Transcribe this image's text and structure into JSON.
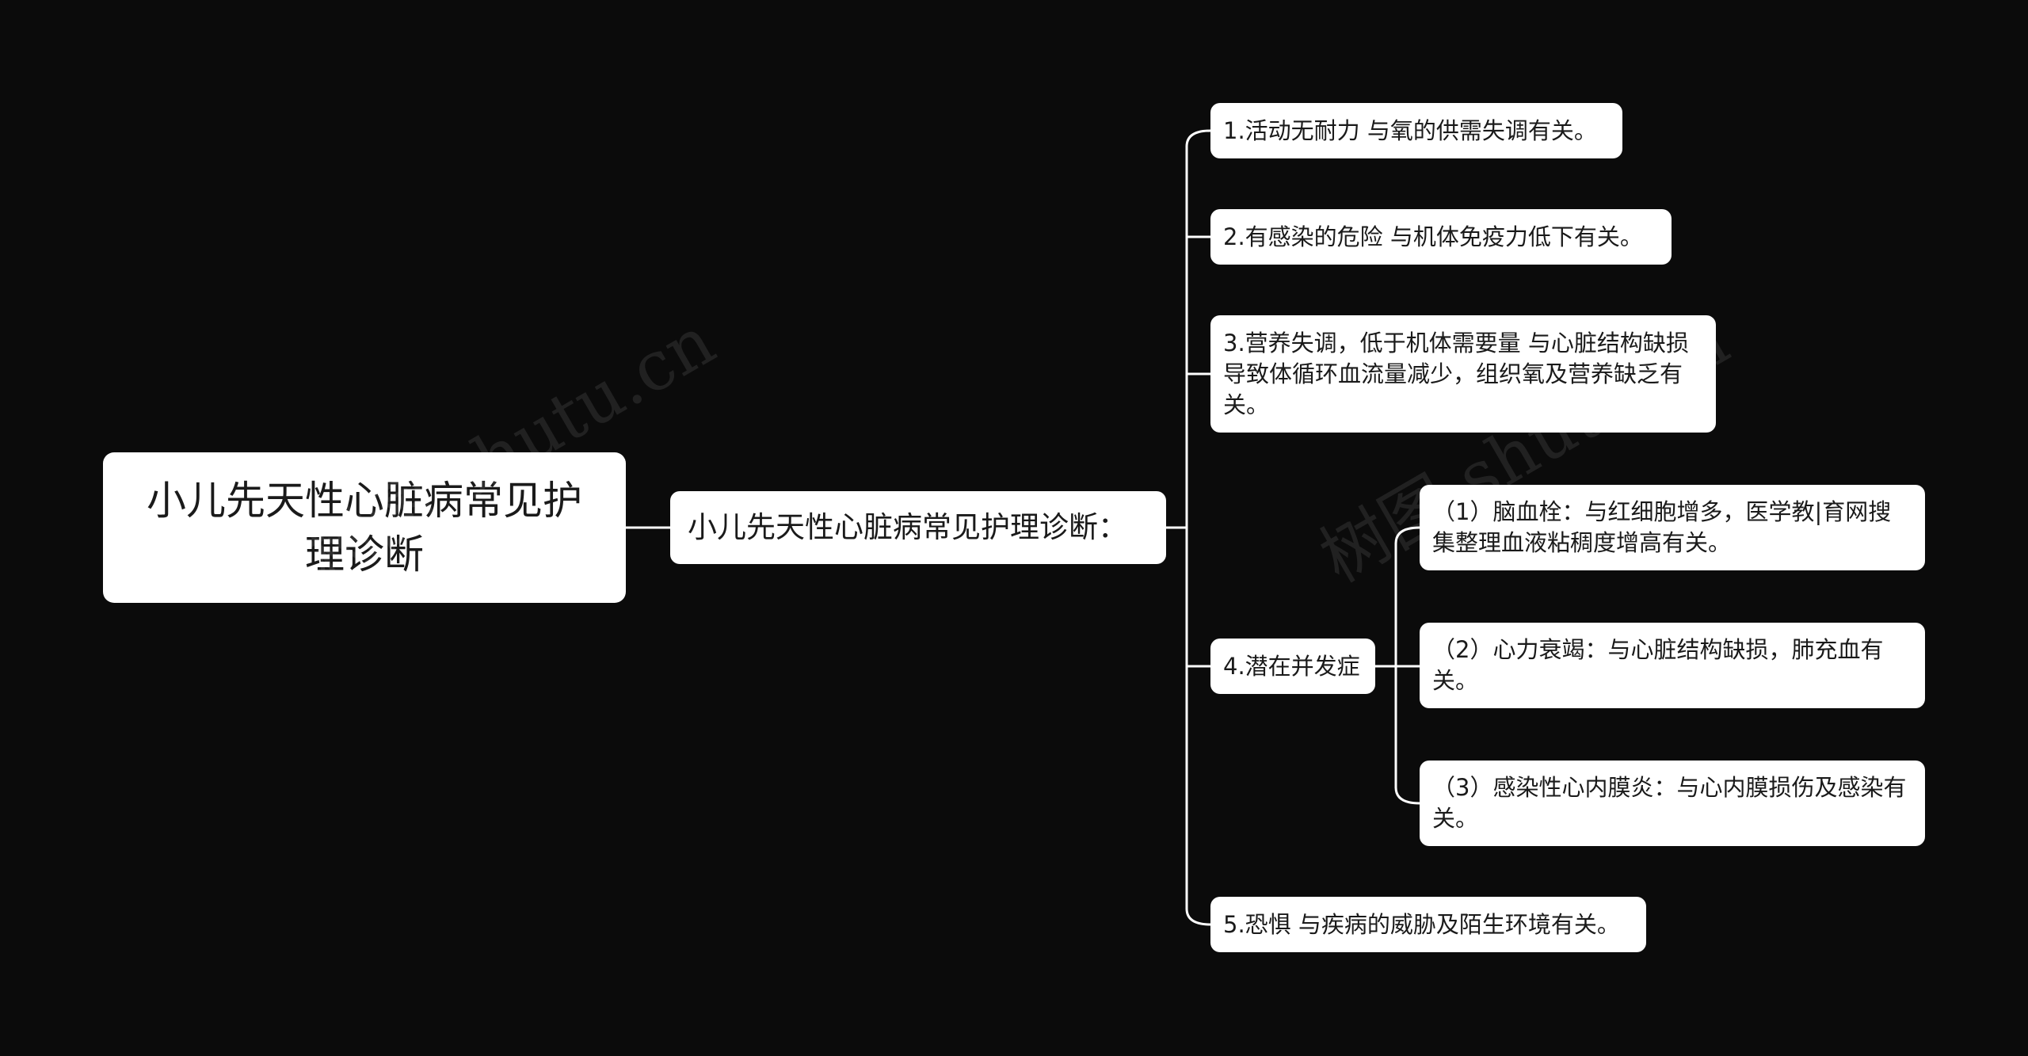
{
  "root": {
    "label": "小儿先天性心脏病常见护理诊断"
  },
  "main": {
    "label": "小儿先天性心脏病常见护理诊断："
  },
  "items": [
    {
      "label": "1.活动无耐力 与氧的供需失调有关。"
    },
    {
      "label": "2.有感染的危险 与机体免疫力低下有关。"
    },
    {
      "label": "3.营养失调，低于机体需要量 与心脏结构缺损导致体循环血流量减少，组织氧及营养缺乏有关。"
    },
    {
      "label": "4.潜在并发症"
    },
    {
      "label": "5.恐惧 与疾病的威胁及陌生环境有关。"
    }
  ],
  "subitems": [
    {
      "label": "（1）脑血栓：与红细胞增多，医学教|育网搜集整理血液粘稠度增高有关。"
    },
    {
      "label": "（2）心力衰竭：与心脏结构缺损，肺充血有关。"
    },
    {
      "label": "（3）感染性心内膜炎：与心内膜损伤及感染有关。"
    }
  ],
  "watermark": "树图 shutu.cn",
  "colors": {
    "background": "#0b0b0b",
    "node_fill": "#ffffff",
    "node_text": "#1a1a1a",
    "connector": "#ffffff"
  }
}
